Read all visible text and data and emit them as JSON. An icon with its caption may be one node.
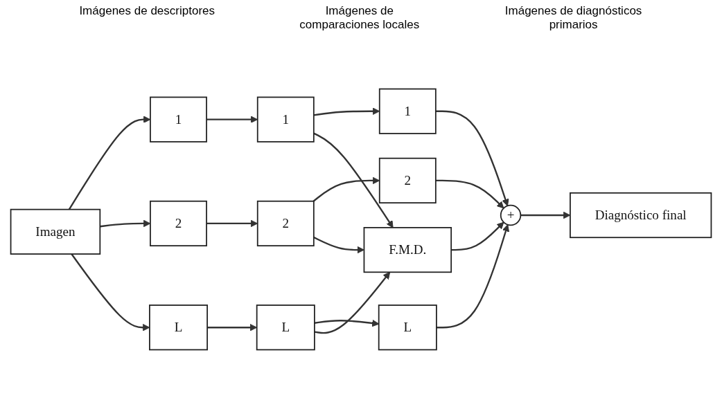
{
  "diagram": {
    "nodes": [
      {
        "text": [
          "Imagen"
        ]
      },
      {
        "text": [
          "1"
        ]
      },
      {
        "text": [
          "2"
        ]
      },
      {
        "text": [
          "L"
        ]
      },
      {
        "text": [
          "1"
        ]
      },
      {
        "text": [
          "2"
        ]
      },
      {
        "text": [
          "L"
        ]
      },
      {
        "text": [
          "1"
        ]
      },
      {
        "text": [
          "2"
        ]
      },
      {
        "text": [
          "L"
        ]
      },
      {
        "text": [
          "F.M.D."
        ]
      },
      {
        "text": [
          "+"
        ]
      },
      {
        "text": [
          "Diagnóstico final"
        ]
      }
    ],
    "edges": [
      {
        "from": 0,
        "to": 1,
        "arrow": "to"
      },
      {
        "from": 0,
        "to": 2,
        "arrow": "to"
      },
      {
        "from": 0,
        "to": 3,
        "arrow": "to"
      },
      {
        "from": 1,
        "to": 4,
        "arrow": "to"
      },
      {
        "from": 2,
        "to": 5,
        "arrow": "to"
      },
      {
        "from": 3,
        "to": 6,
        "arrow": "to"
      },
      {
        "from": 4,
        "to": 7,
        "arrow": "to"
      },
      {
        "from": 5,
        "to": 8,
        "arrow": "to"
      },
      {
        "from": 6,
        "to": 9,
        "arrow": "to"
      },
      {
        "from": 4,
        "to": 10,
        "arrow": "to"
      },
      {
        "from": 5,
        "to": 10,
        "arrow": "to"
      },
      {
        "from": 6,
        "to": 10,
        "arrow": "to"
      },
      {
        "from": 7,
        "to": 11,
        "arrow": "to"
      },
      {
        "from": 8,
        "to": 11,
        "arrow": "to"
      },
      {
        "from": 9,
        "to": 11,
        "arrow": "to"
      },
      {
        "from": 10,
        "to": 11,
        "arrow": "to"
      },
      {
        "from": 11,
        "to": 12,
        "arrow": "to"
      }
    ],
    "labels": [
      "Imágenes de descriptores",
      "Imágenes de comparaciones locales",
      "Imágenes de diagnósticos primarios"
    ]
  }
}
